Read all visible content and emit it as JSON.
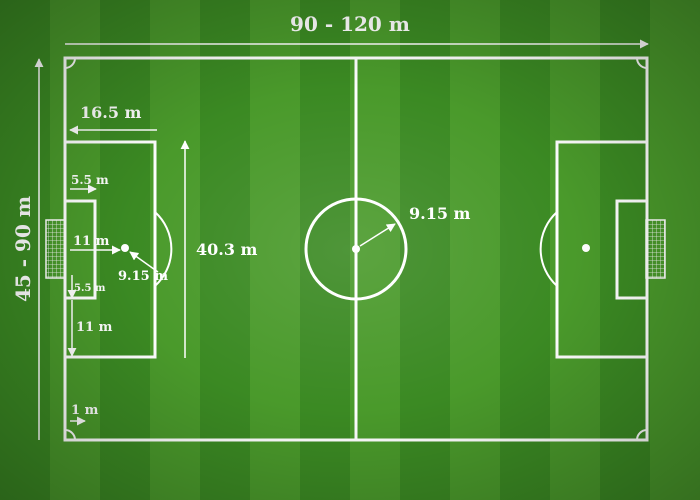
{
  "title": "Soccer field dimensions",
  "labels": {
    "field_length": "90 - 120 m",
    "field_width": "45 - 90 m",
    "penalty_area_depth": "16.5 m",
    "goal_area_depth": "5.5 m",
    "goal_to_spot": "11 m",
    "goal_area_side": "5.5 m",
    "spot_to_box": "11 m",
    "penalty_arc_radius": "9.15 m",
    "penalty_area_width": "40.3 m",
    "center_circle_radius": "9.15 m",
    "corner_arc_radius": "1 m"
  },
  "colors": {
    "grass_dark": "#3b8a23",
    "grass_light": "#4a9a2b",
    "lines": "#ffffff"
  }
}
